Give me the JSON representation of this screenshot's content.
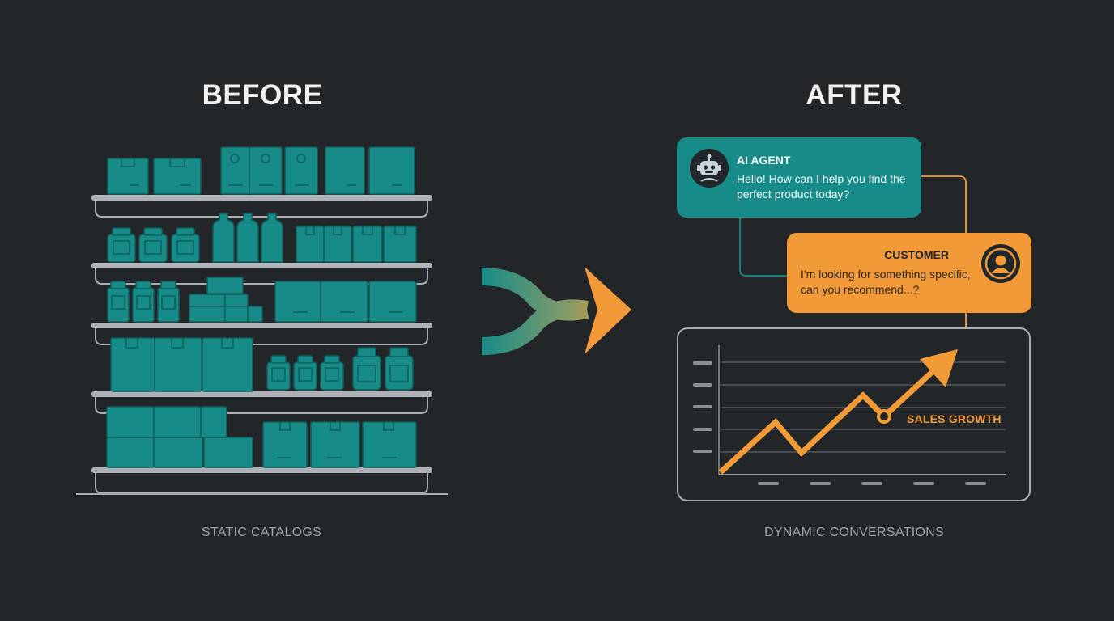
{
  "before": {
    "heading": "BEFORE",
    "caption": "STATIC CATALOGS"
  },
  "after": {
    "heading": "AFTER",
    "caption": "DYNAMIC CONVERSATIONS"
  },
  "agent_bubble": {
    "label": "AI AGENT",
    "message": "Hello! How can I help you find the perfect product today?",
    "icon": "robot-icon"
  },
  "customer_bubble": {
    "label": "CUSTOMER",
    "message": "I'm looking for something specific, can you recommend...?",
    "icon": "user-icon"
  },
  "chart": {
    "label": "SALES GROWTH"
  },
  "colors": {
    "background": "#232629",
    "teal": "#178b87",
    "orange": "#f29a38",
    "outline": "#a9adb1"
  }
}
